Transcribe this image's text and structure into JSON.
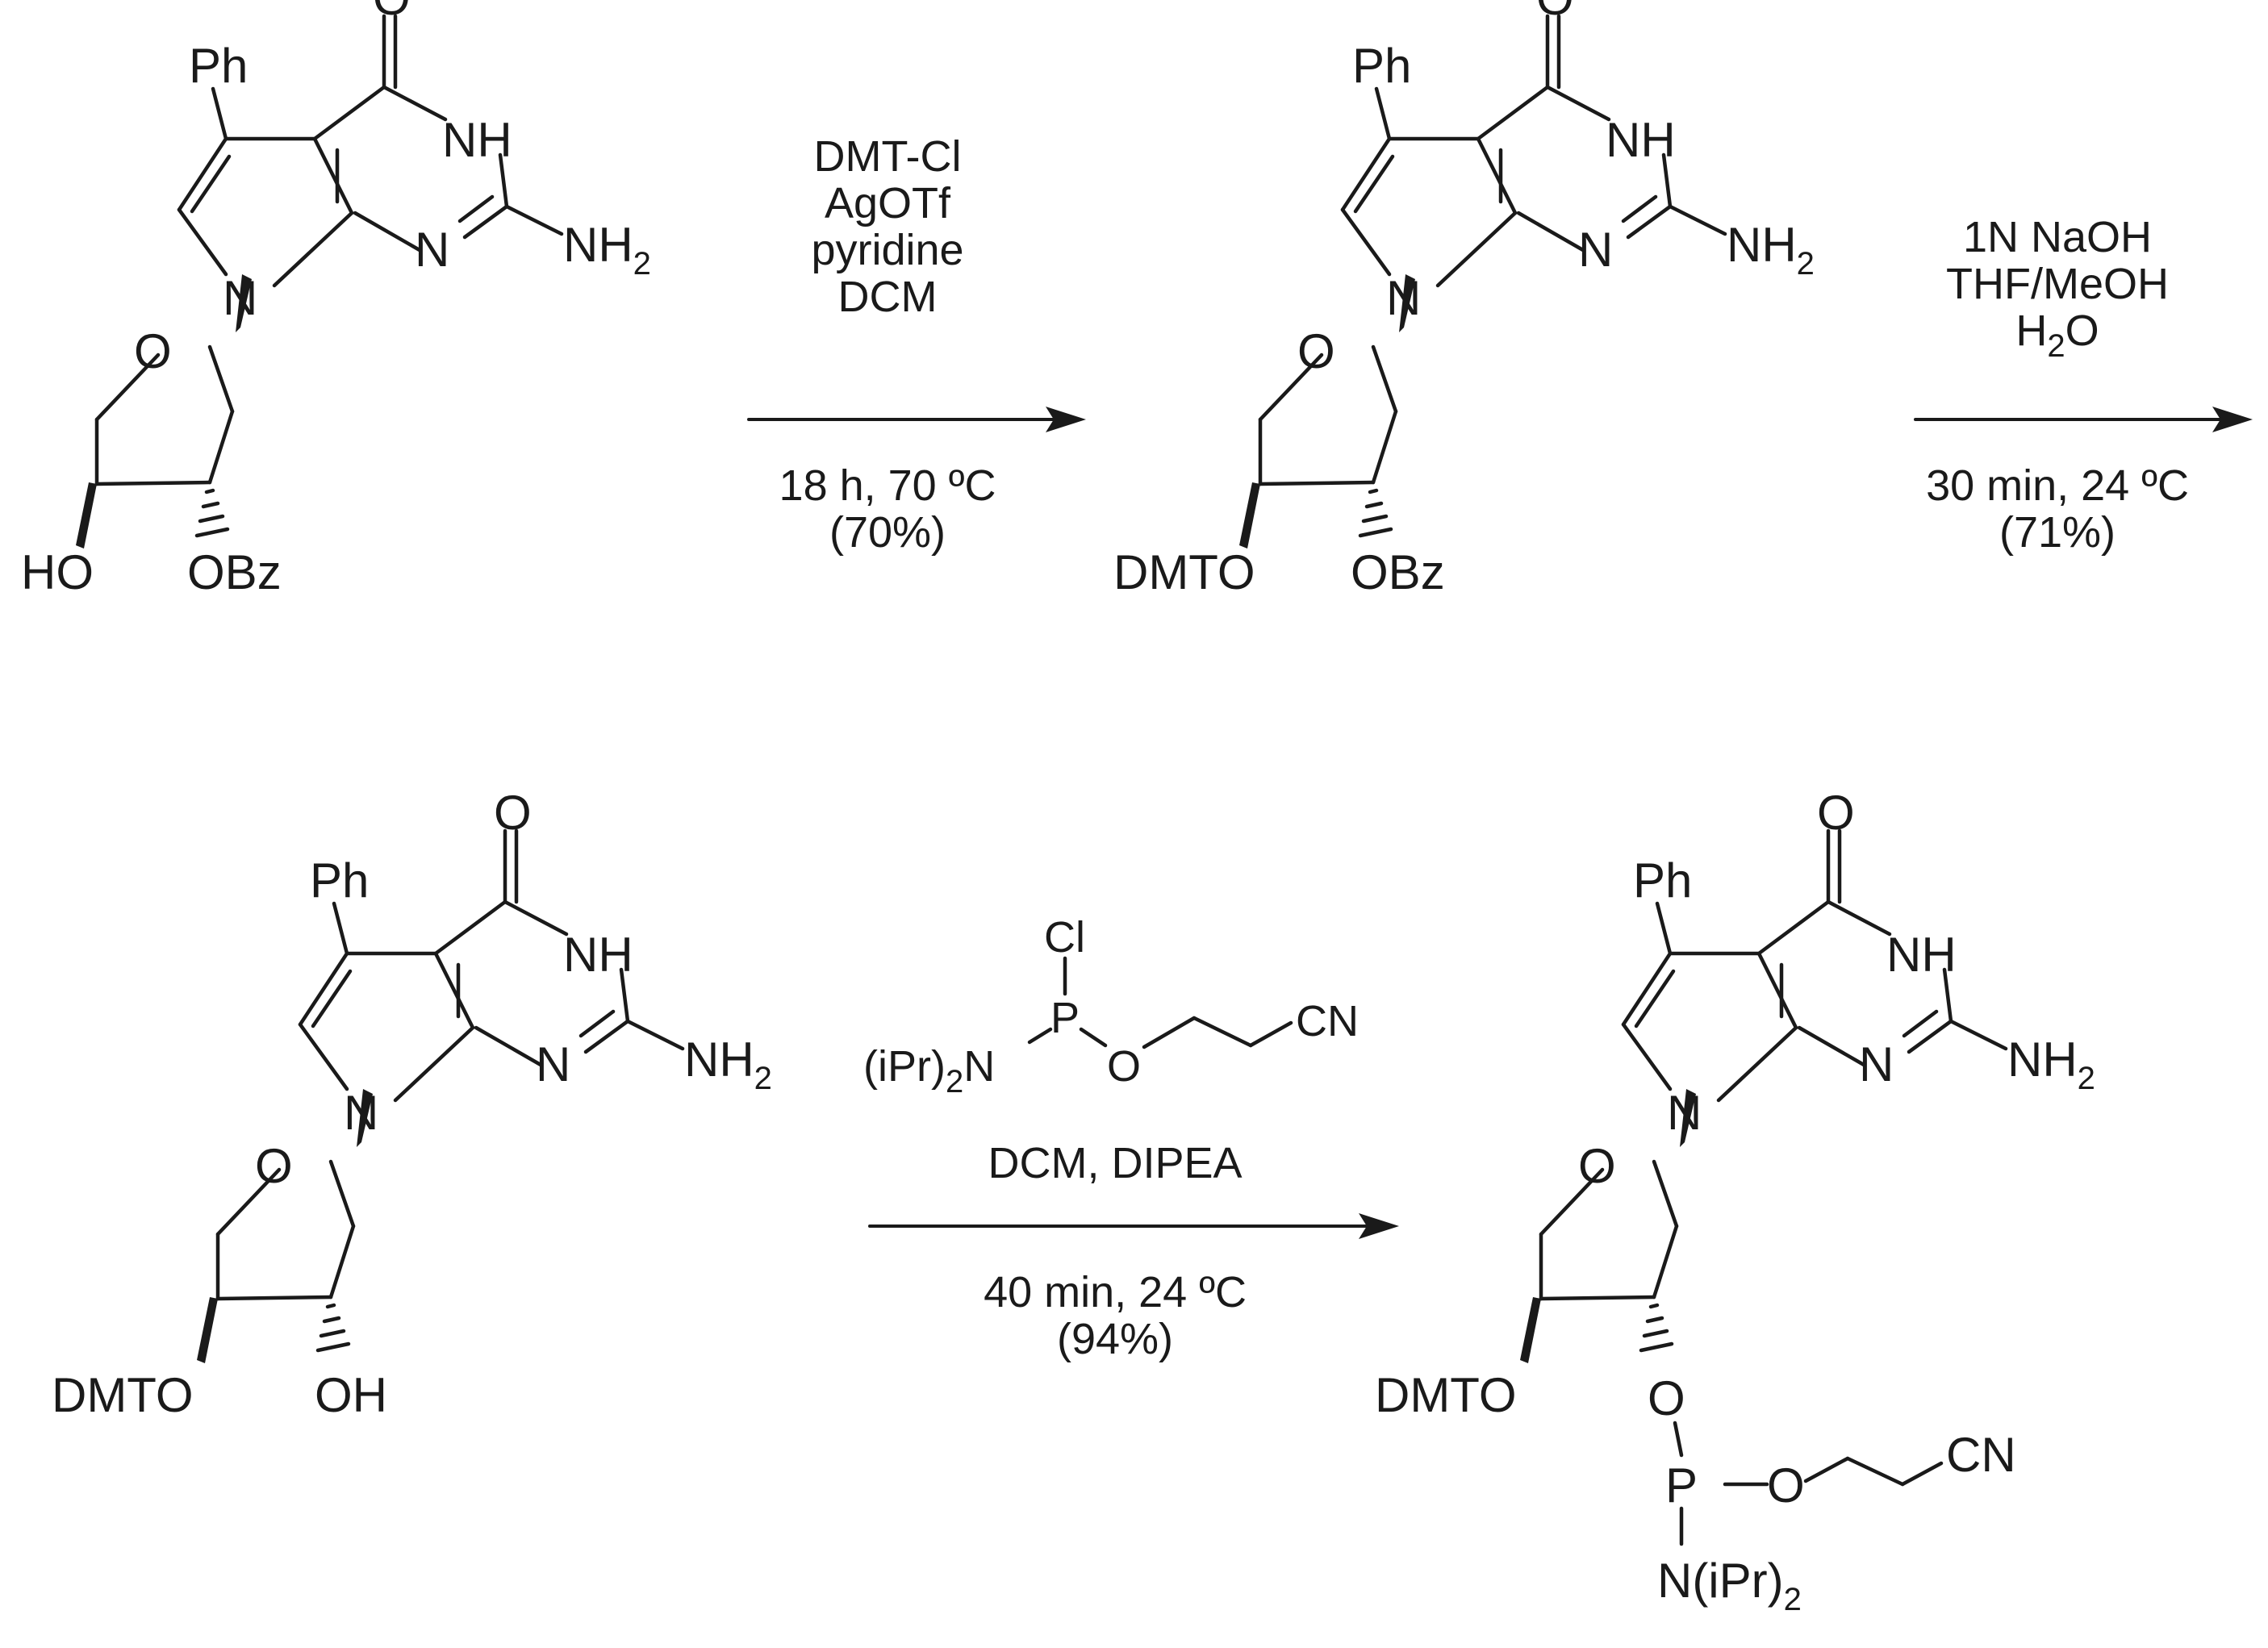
{
  "scheme": {
    "compounds": [
      {
        "id": "compound-1",
        "phenyl": "Ph",
        "carbonyl_o": "O",
        "nh": "NH",
        "n7": "N",
        "n3": "N",
        "amine": "NH",
        "amine_sub": "2",
        "ring_o": "O",
        "c3_sub": "HO",
        "c2_sub": "OBz"
      },
      {
        "id": "compound-2",
        "phenyl": "Ph",
        "carbonyl_o": "O",
        "nh": "NH",
        "n7": "N",
        "n3": "N",
        "amine": "NH",
        "amine_sub": "2",
        "ring_o": "O",
        "c3_sub": "DMTO",
        "c2_sub": "OBz"
      },
      {
        "id": "compound-3",
        "phenyl": "Ph",
        "carbonyl_o": "O",
        "nh": "NH",
        "n7": "N",
        "n3": "N",
        "amine": "NH",
        "amine_sub": "2",
        "ring_o": "O",
        "c3_sub": "DMTO",
        "c2_sub": "OH"
      },
      {
        "id": "compound-4",
        "phenyl": "Ph",
        "carbonyl_o": "O",
        "nh": "NH",
        "n7": "N",
        "n3": "N",
        "amine": "NH",
        "amine_sub": "2",
        "ring_o": "O",
        "c3_sub": "DMTO",
        "c2_o": "O",
        "p": "P",
        "p_o": "O",
        "cn": "CN",
        "n_ipr": "N(iPr)",
        "n_ipr_sub": "2"
      }
    ],
    "steps": [
      {
        "reagents": [
          "DMT-Cl",
          "AgOTf",
          "pyridine",
          "DCM"
        ],
        "conditions": "18 h, 70 ºC",
        "yield": "(70%)"
      },
      {
        "reagents": [
          "1N NaOH",
          "THF/MeOH"
        ],
        "reagent_water": "H",
        "reagent_water_sub": "2",
        "reagent_water_o": "O",
        "conditions": "30 min, 24 ºC",
        "yield": "(71%)"
      },
      {
        "reagent_structure": {
          "cl": "Cl",
          "p": "P",
          "amine": "(iPr)",
          "amine_sub": "2",
          "amine_n": "N",
          "o": "O",
          "cn": "CN"
        },
        "reagents": [
          "DCM, DIPEA"
        ],
        "conditions": "40 min, 24 ºC",
        "yield": "(94%)"
      }
    ]
  }
}
